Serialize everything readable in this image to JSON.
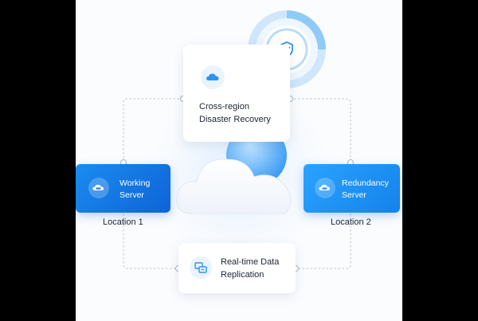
{
  "nodes": {
    "cross_region": {
      "line1": "Cross-region",
      "line2": "Disaster Recovery",
      "icon": "cloud-icon"
    },
    "working": {
      "line1": "Working",
      "line2": "Server",
      "icon": "server-icon"
    },
    "redundancy": {
      "line1": "Redundancy",
      "line2": "Server",
      "icon": "server-icon"
    },
    "replication": {
      "line1": "Real-time Data",
      "line2": "Replication",
      "icon": "data-sync-icon"
    }
  },
  "locations": {
    "left": "Location 1",
    "right": "Location 2"
  },
  "badge": {
    "icon": "shield-check-icon"
  },
  "colors": {
    "accent": "#1a7be8",
    "light_accent": "#2aa3ff",
    "connector": "#b9c4d2"
  }
}
